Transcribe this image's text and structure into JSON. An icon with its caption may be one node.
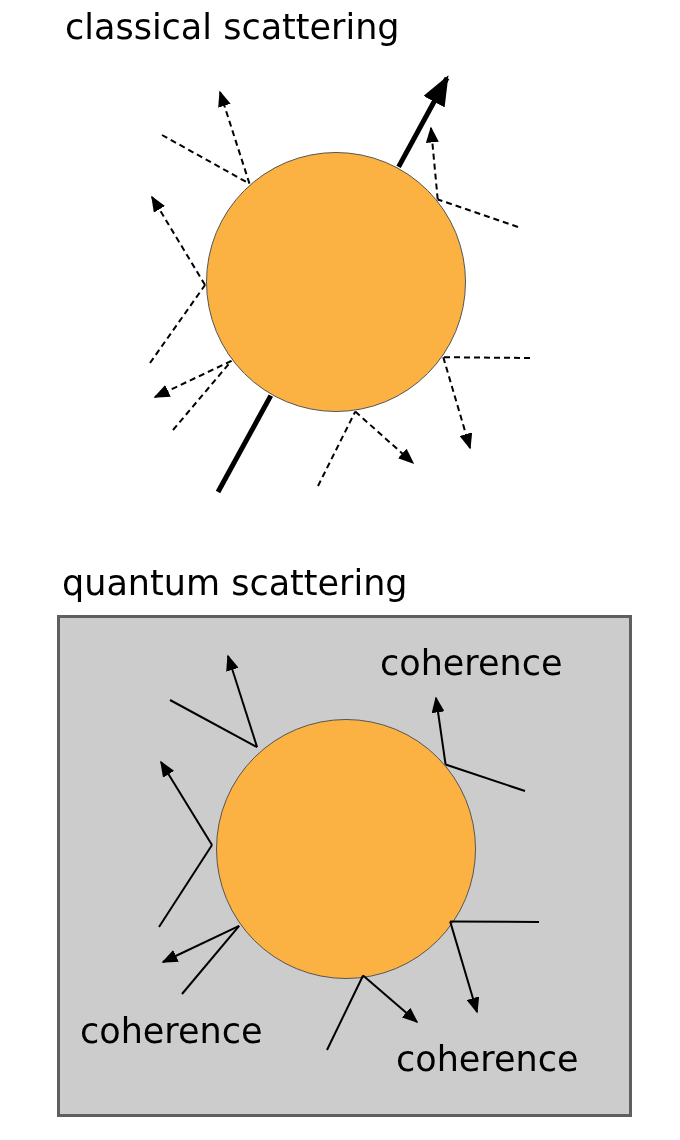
{
  "diagram": {
    "nodes": [
      {
        "text": [],
        "shape": "circle"
      },
      {
        "text": [
          "quantum scattering"
        ]
      },
      {
        "text": [],
        "shape": "circle",
        "in": 1
      }
    ],
    "edges": [
      {
        "from": null,
        "to": 0,
        "arrow": "none",
        "style": "dashed"
      },
      {
        "from": 0,
        "to": null,
        "arrow": "to",
        "style": "dashed"
      },
      {
        "from": null,
        "to": 0,
        "arrow": "none",
        "style": "dashed"
      },
      {
        "from": 0,
        "to": null,
        "arrow": "to",
        "style": "dashed"
      },
      {
        "from": null,
        "to": 0,
        "arrow": "none",
        "style": "dashed"
      },
      {
        "from": 0,
        "to": null,
        "arrow": "to",
        "style": "dashed"
      },
      {
        "from": null,
        "to": 0,
        "arrow": "none",
        "style": "dashed"
      },
      {
        "from": 0,
        "to": null,
        "arrow": "to",
        "style": "dashed"
      },
      {
        "from": null,
        "to": 0,
        "arrow": "none",
        "style": "dashed"
      },
      {
        "from": 0,
        "to": null,
        "arrow": "to",
        "style": "dashed"
      },
      {
        "from": null,
        "to": 0,
        "arrow": "none",
        "style": "dashed"
      },
      {
        "from": 0,
        "to": null,
        "arrow": "to",
        "style": "dashed"
      },
      {
        "from": null,
        "to": 0,
        "arrow": "none",
        "style": "thick"
      },
      {
        "from": 0,
        "to": null,
        "arrow": "to",
        "style": "thick"
      },
      {
        "from": null,
        "to": 2,
        "arrow": "none"
      },
      {
        "from": 2,
        "to": null,
        "arrow": "to"
      },
      {
        "from": null,
        "to": 2,
        "arrow": "none"
      },
      {
        "from": 2,
        "to": null,
        "arrow": "to"
      },
      {
        "from": null,
        "to": 2,
        "arrow": "none"
      },
      {
        "from": 2,
        "to": null,
        "arrow": "to"
      },
      {
        "from": null,
        "to": 2,
        "arrow": "none"
      },
      {
        "from": 2,
        "to": null,
        "arrow": "to"
      },
      {
        "from": null,
        "to": 2,
        "arrow": "none"
      },
      {
        "from": 2,
        "to": null,
        "arrow": "to"
      },
      {
        "from": null,
        "to": 2,
        "arrow": "none"
      },
      {
        "from": 2,
        "to": null,
        "arrow": "to"
      }
    ],
    "labels": [
      "classical scattering",
      "coherence",
      "coherence",
      "coherence"
    ]
  }
}
